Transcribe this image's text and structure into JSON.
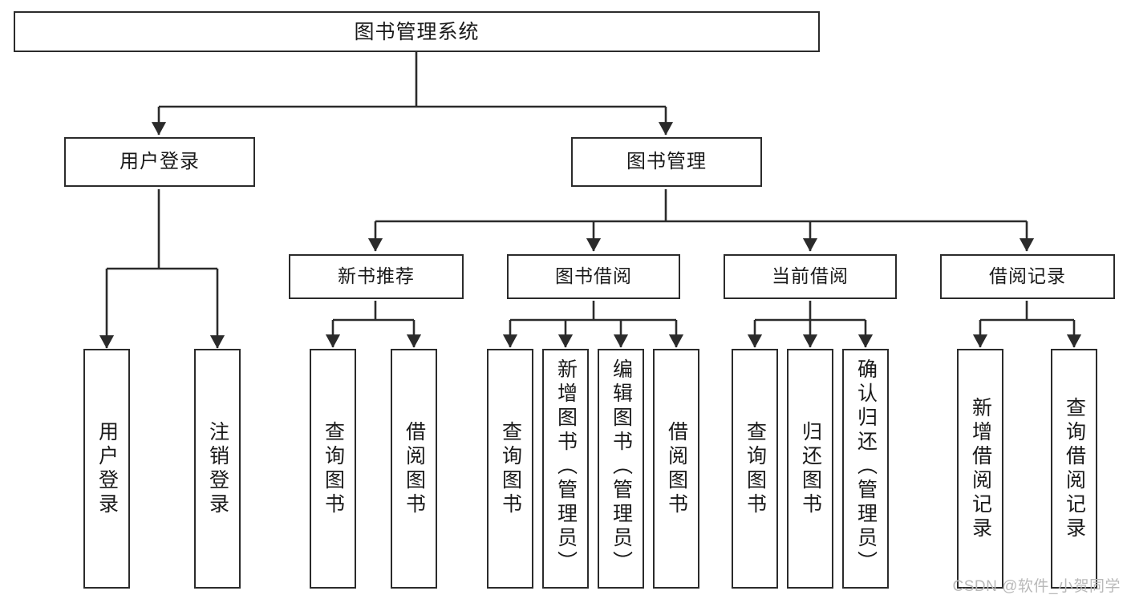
{
  "diagram": {
    "type": "tree",
    "title": "图书管理系统",
    "watermark": "CSDN @软件_小贺同学",
    "colors": {
      "stroke": "#2b2b2b",
      "fill": "#ffffff",
      "text": "#1a1a1a",
      "watermark": "#b9b9b9"
    },
    "nodes": {
      "root": {
        "label": "图书管理系统",
        "level": 0
      },
      "user_login": {
        "label": "用户登录",
        "level": 1
      },
      "book_manage": {
        "label": "图书管理",
        "level": 1
      },
      "new_book_rec": {
        "label": "新书推荐",
        "level": 2
      },
      "book_borrow": {
        "label": "图书借阅",
        "level": 2
      },
      "current_borrow": {
        "label": "当前借阅",
        "level": 2
      },
      "borrow_record": {
        "label": "借阅记录",
        "level": 2
      },
      "leaf_user_login": {
        "label": "用户登录",
        "level": 3
      },
      "leaf_logout": {
        "label": "注销登录",
        "level": 3
      },
      "leaf_query_book_1": {
        "label": "查询图书",
        "level": 3
      },
      "leaf_borrow_book_1": {
        "label": "借阅图书",
        "level": 3
      },
      "leaf_query_book_2": {
        "label": "查询图书",
        "level": 3
      },
      "leaf_add_book": {
        "label": "新增图书（管理员）",
        "level": 3
      },
      "leaf_edit_book": {
        "label": "编辑图书（管理员）",
        "level": 3
      },
      "leaf_borrow_book_2": {
        "label": "借阅图书",
        "level": 3
      },
      "leaf_query_book_3": {
        "label": "查询图书",
        "level": 3
      },
      "leaf_return_book": {
        "label": "归还图书",
        "level": 3
      },
      "leaf_confirm_return": {
        "label": "确认归还（管理员）",
        "level": 3
      },
      "leaf_add_record": {
        "label": "新增借阅记录",
        "level": 3
      },
      "leaf_query_record": {
        "label": "查询借阅记录",
        "level": 3
      }
    },
    "edges": [
      {
        "from": "root",
        "to": "user_login"
      },
      {
        "from": "root",
        "to": "book_manage"
      },
      {
        "from": "user_login",
        "to": "leaf_user_login"
      },
      {
        "from": "user_login",
        "to": "leaf_logout"
      },
      {
        "from": "book_manage",
        "to": "new_book_rec"
      },
      {
        "from": "book_manage",
        "to": "book_borrow"
      },
      {
        "from": "book_manage",
        "to": "current_borrow"
      },
      {
        "from": "book_manage",
        "to": "borrow_record"
      },
      {
        "from": "new_book_rec",
        "to": "leaf_query_book_1"
      },
      {
        "from": "new_book_rec",
        "to": "leaf_borrow_book_1"
      },
      {
        "from": "book_borrow",
        "to": "leaf_query_book_2"
      },
      {
        "from": "book_borrow",
        "to": "leaf_add_book"
      },
      {
        "from": "book_borrow",
        "to": "leaf_edit_book"
      },
      {
        "from": "book_borrow",
        "to": "leaf_borrow_book_2"
      },
      {
        "from": "current_borrow",
        "to": "leaf_query_book_3"
      },
      {
        "from": "current_borrow",
        "to": "leaf_return_book"
      },
      {
        "from": "current_borrow",
        "to": "leaf_confirm_return"
      },
      {
        "from": "borrow_record",
        "to": "leaf_add_record"
      },
      {
        "from": "borrow_record",
        "to": "leaf_query_record"
      }
    ]
  }
}
